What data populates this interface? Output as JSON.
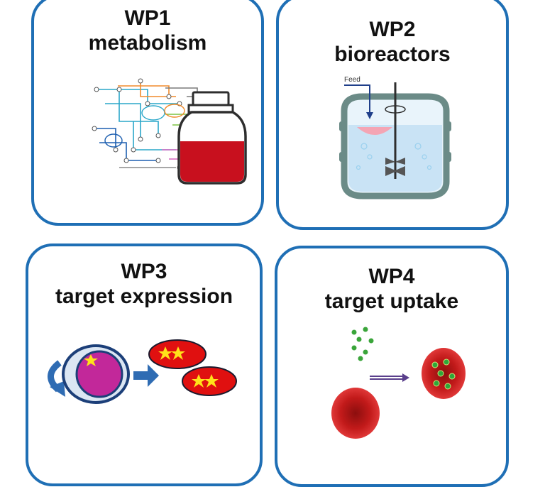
{
  "panels": [
    {
      "id": "WP1",
      "code": "WP1",
      "subtitle": "metabolism"
    },
    {
      "id": "WP2",
      "code": "WP2",
      "subtitle": "bioreactors",
      "feed_label": "Feed"
    },
    {
      "id": "WP3",
      "code": "WP3",
      "subtitle": "target expression"
    },
    {
      "id": "WP4",
      "code": "WP4",
      "subtitle": "target uptake"
    }
  ],
  "colors": {
    "panel_border": "#1f6fb5",
    "blood_red": "#c8101e",
    "cell_magenta": "#c2289a",
    "star_yellow": "#ffe21a",
    "arrow_blue": "#2f6cb3",
    "liquid_blue": "#c9e3f5",
    "vessel_grey": "#6b8b87",
    "particle_green": "#3aa53a"
  }
}
